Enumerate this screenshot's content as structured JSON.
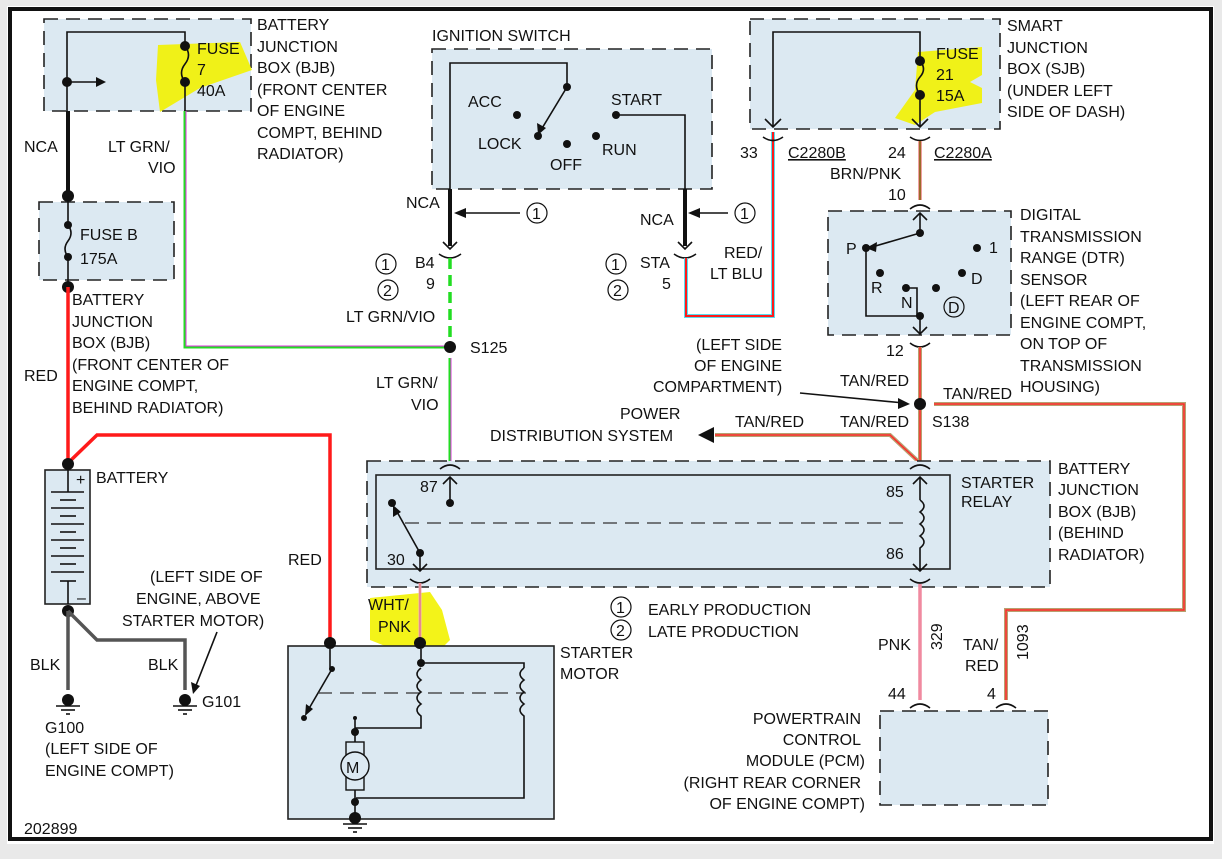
{
  "diagram_id": "202899",
  "components": {
    "bjb_top": {
      "label": [
        "BATTERY",
        "JUNCTION",
        "BOX (BJB)",
        "(FRONT CENTER",
        "OF ENGINE",
        "COMPT, BEHIND",
        "RADIATOR)"
      ],
      "fuse": [
        "FUSE",
        "7",
        "40A"
      ]
    },
    "ignition_switch": {
      "title": "IGNITION SWITCH",
      "positions": [
        "ACC",
        "LOCK",
        "OFF",
        "RUN",
        "START"
      ]
    },
    "sjb": {
      "label": [
        "SMART",
        "JUNCTION",
        "BOX (SJB)",
        "(UNDER LEFT",
        "SIDE OF DASH)"
      ],
      "fuse": [
        "FUSE",
        "21",
        "15A"
      ],
      "connector_b": "C2280B",
      "connector_a": "C2280A",
      "pin_b": "33",
      "pin_a": "24"
    },
    "fuse_b": {
      "label": [
        "FUSE B",
        "175A"
      ]
    },
    "bjb_left": {
      "label": [
        "BATTERY",
        "JUNCTION",
        "BOX (BJB)",
        "(FRONT CENTER OF",
        "ENGINE COMPT,",
        "BEHIND RADIATOR)"
      ]
    },
    "dtr_sensor": {
      "label": [
        "DIGITAL",
        "TRANSMISSION",
        "RANGE (DTR)",
        "SENSOR",
        "(LEFT REAR OF",
        "ENGINE COMPT,",
        "ON TOP OF",
        "TRANSMISSION",
        "HOUSING)"
      ],
      "positions": [
        "P",
        "R",
        "N",
        "D",
        "1"
      ],
      "circled": "D",
      "pin_top": "10",
      "pin_bottom": "12"
    },
    "battery": {
      "label": "BATTERY",
      "plus": "+",
      "minus": "–"
    },
    "starter_relay": {
      "label": [
        "STARTER",
        "RELAY"
      ],
      "pins": [
        "87",
        "30",
        "85",
        "86"
      ]
    },
    "bjb_relay": {
      "label": [
        "BATTERY",
        "JUNCTION",
        "BOX (BJB)",
        "(BEHIND",
        "RADIATOR)"
      ]
    },
    "starter_motor": {
      "label": [
        "STARTER",
        "MOTOR"
      ],
      "motor": "M"
    },
    "pcm": {
      "label": [
        "POWERTRAIN",
        "CONTROL",
        "MODULE (PCM)",
        "(RIGHT REAR CORNER",
        "OF ENGINE COMPT)"
      ],
      "pin_44": "44",
      "pin_4": "4"
    },
    "g100": {
      "label": [
        "G100",
        "(LEFT SIDE OF",
        "ENGINE COMPT)"
      ]
    },
    "g101": {
      "label": "G101",
      "note": [
        "(LEFT SIDE OF",
        "ENGINE, ABOVE",
        "STARTER MOTOR)"
      ]
    },
    "s125": {
      "label": "S125"
    },
    "s138": {
      "label": "S138",
      "note": [
        "(LEFT SIDE",
        "OF ENGINE",
        "COMPARTMENT)"
      ]
    },
    "power_dist": {
      "label": [
        "POWER",
        "DISTRIBUTION SYSTEM"
      ]
    }
  },
  "wires": {
    "nca": "NCA",
    "lt_grn_vio": "LT GRN/VIO",
    "lt_grn_vio_split": [
      "LT GRN/",
      "VIO"
    ],
    "red": "RED",
    "red_lt_blu": [
      "RED/",
      "LT BLU"
    ],
    "brn_pnk": "BRN/PNK",
    "tan_red": "TAN/RED",
    "tan_red_split": [
      "TAN/",
      "RED"
    ],
    "blk": "BLK",
    "wht_pnk": [
      "WHT/",
      "PNK"
    ],
    "pnk": "PNK",
    "circuit_329": "329",
    "circuit_1093": "1093",
    "pin_b4": "B4",
    "pin_9": "9",
    "pin_sta": "STA",
    "pin_5": "5"
  },
  "legend": [
    {
      "mark": "1",
      "text": "EARLY PRODUCTION"
    },
    {
      "mark": "2",
      "text": "LATE PRODUCTION"
    }
  ],
  "colors": {
    "red": "#ff1a1a",
    "lt_grn": "#22dd22",
    "vio": "#dd33dd",
    "lt_blu": "#55ddee",
    "brn": "#9a6a2a",
    "tan": "#b8a070",
    "pnk": "#f08aa0",
    "blk": "#555555",
    "highlight": "#f2f200",
    "box_fill": "#dce9f2"
  }
}
